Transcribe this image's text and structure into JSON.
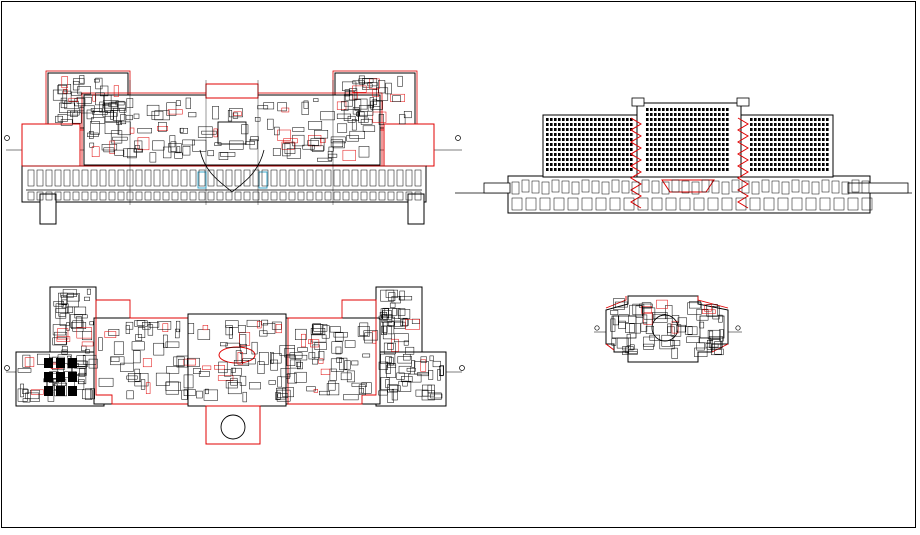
{
  "drawing": {
    "background": "#ffffff",
    "line_color": "#000000",
    "accent_color": "#e00000",
    "views": [
      {
        "id": "ground-floor-plan",
        "kind": "floor plan"
      },
      {
        "id": "front-elevation",
        "kind": "elevation"
      },
      {
        "id": "upper-floor-plan",
        "kind": "floor plan"
      },
      {
        "id": "top-floor-plan",
        "kind": "floor plan"
      }
    ]
  }
}
